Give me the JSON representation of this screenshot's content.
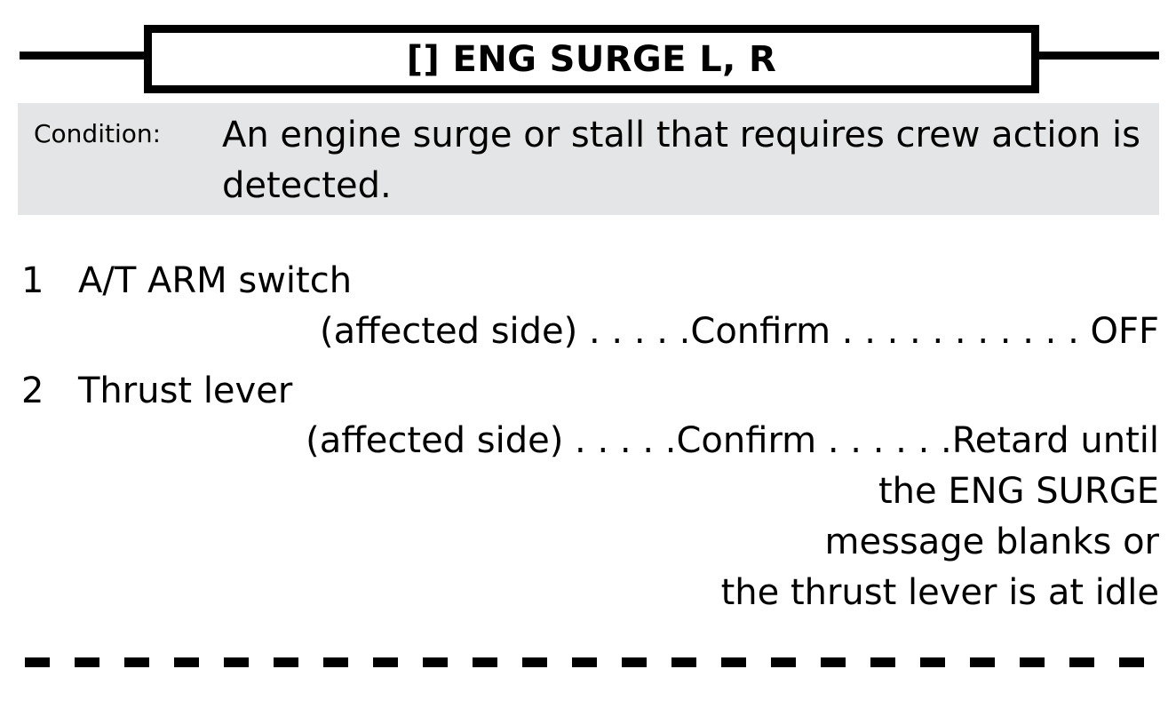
{
  "header": {
    "title": "[] ENG SURGE L, R",
    "left_rule": "horizontal-rule",
    "right_rule": "horizontal-rule"
  },
  "condition": {
    "label": "Condition:",
    "text": "An engine surge or stall that requires crew action is detected."
  },
  "items": [
    {
      "number": "1",
      "line1": "A/T ARM switch",
      "line2": "(affected side) . . . . .Confirm . . . . . . . . . . . OFF",
      "subject": "A/T ARM switch (affected side)",
      "action": "Confirm",
      "value": "OFF",
      "continuation": []
    },
    {
      "number": "2",
      "line1": "Thrust lever",
      "line2": "(affected side) . . . . .Confirm . . . . . .Retard until",
      "subject": "Thrust lever (affected side)",
      "action": "Confirm",
      "value": "Retard until the ENG SURGE message blanks or the thrust lever is at idle",
      "continuation": [
        "the ENG SURGE",
        "message blanks or",
        "the thrust lever is at idle"
      ]
    }
  ],
  "footer": {
    "rule_style": "dashed",
    "dash_count": 23
  },
  "colors": {
    "background": "#ffffff",
    "ink": "#000000",
    "condition_background": "#e4e5e6"
  }
}
